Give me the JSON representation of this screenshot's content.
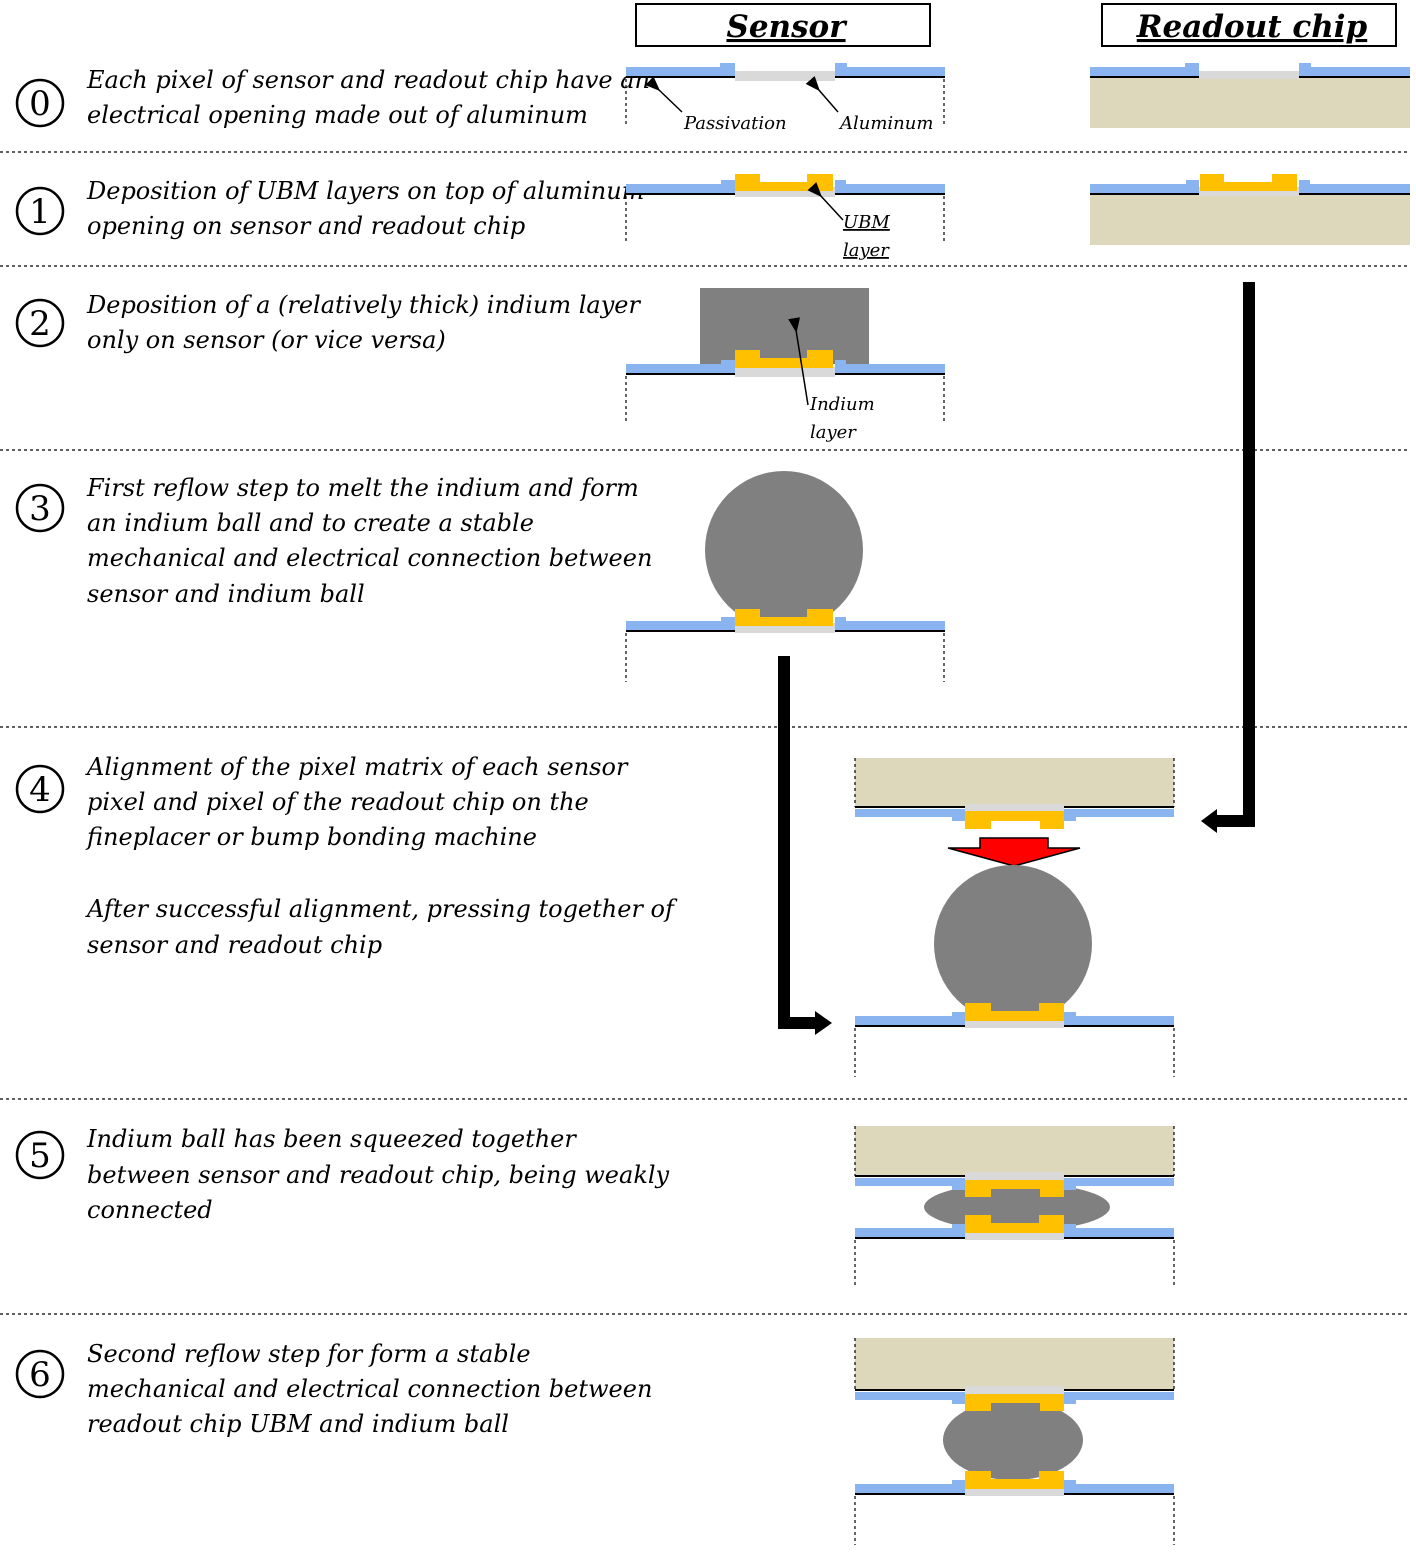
{
  "headers": {
    "sensor": "Sensor",
    "readout": "Readout chip"
  },
  "steps": [
    {
      "num": "0",
      "lines": [
        "Each pixel of sensor and readout chip have an",
        "electrical opening made out of aluminum"
      ]
    },
    {
      "num": "1",
      "lines": [
        "Deposition of UBM layers on top of aluminum",
        "opening on sensor and readout chip"
      ]
    },
    {
      "num": "2",
      "lines": [
        "Deposition of a (relatively thick) indium layer",
        "only on sensor (or vice versa)"
      ]
    },
    {
      "num": "3",
      "lines": [
        "First reflow step to melt the indium and form",
        "an indium ball and to create a stable",
        "mechanical and electrical connection between",
        "sensor and indium ball"
      ]
    },
    {
      "num": "4",
      "lines": [
        "Alignment of the pixel matrix of each sensor",
        "pixel and pixel of the readout chip on the",
        "fineplacer or bump bonding machine",
        "",
        "After successful alignment, pressing together of",
        "sensor and readout chip"
      ]
    },
    {
      "num": "5",
      "lines": [
        "Indium ball has been squeezed together",
        "between sensor and readout chip, being weakly",
        "connected"
      ]
    },
    {
      "num": "6",
      "lines": [
        "Second reflow step for form a stable",
        "mechanical and electrical connection between",
        "readout chip UBM and indium ball"
      ]
    }
  ],
  "annotations": {
    "passivation": "Passivation",
    "aluminum": "Aluminum",
    "ubm_1": "UBM",
    "ubm_2": "layer",
    "indium_1": "Indium",
    "indium_2": "layer"
  },
  "colors": {
    "passivation": "#8ab4f0",
    "aluminum": "#d9d9d9",
    "ubm": "#ffc000",
    "indium": "#808080",
    "readout_chip": "#ddd8bb",
    "press_arrow": "#ff0000"
  }
}
